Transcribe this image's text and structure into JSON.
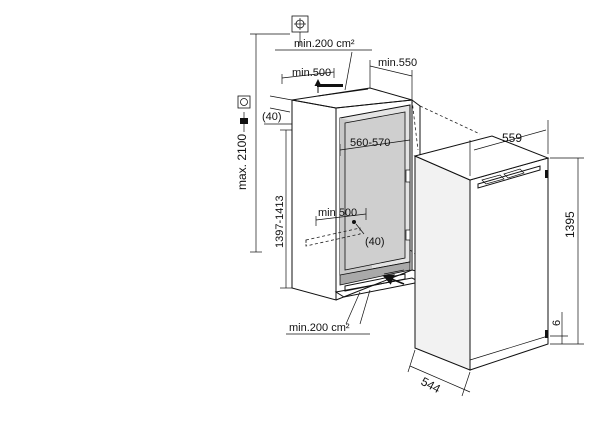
{
  "labels": {
    "max_height": "max. 2100",
    "vent_top_area": "min.200 cm²",
    "vent_top_depth": "min.500",
    "niche_depth": "min.550",
    "offset_top": "(40)",
    "niche_width": "560-570",
    "niche_height": "1397-1413",
    "vent_bottom_depth": "min 500",
    "offset_bottom": "(40)",
    "vent_bottom_area": "min.200 cm²",
    "appliance_width": "559",
    "appliance_height": "1395",
    "plinth_gap": "6",
    "appliance_depth": "544"
  },
  "colors": {
    "line": "#111111",
    "niche_interior": "#c8c8c8",
    "niche_back": "#e4e4e4",
    "niche_shelf": "#a9a9a9",
    "appliance_side": "#f2f2f2"
  },
  "icons": [
    "power-socket-icon",
    "plug-icon",
    "water-tap-icon"
  ]
}
